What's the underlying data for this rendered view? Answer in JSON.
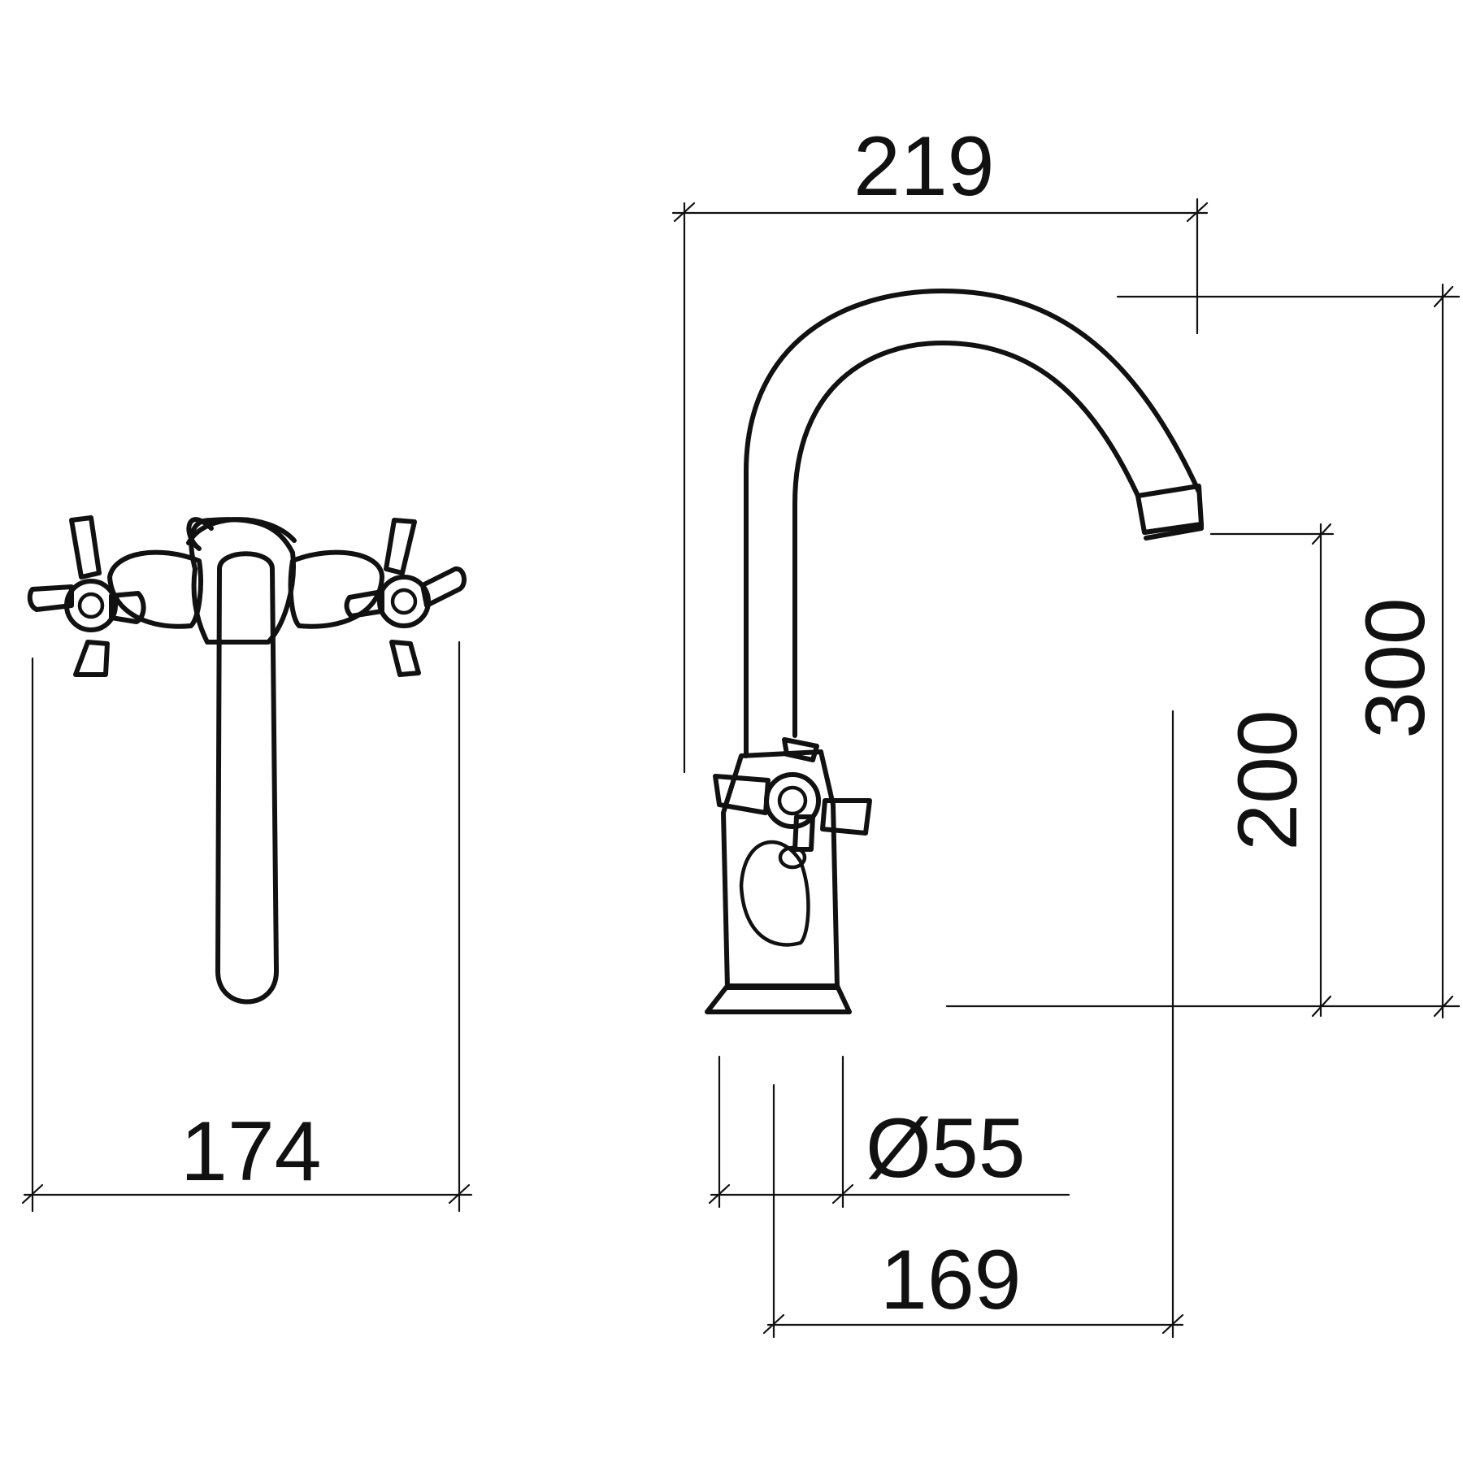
{
  "dimensions": {
    "front_width": "174",
    "spout_reach": "219",
    "total_height": "300",
    "outlet_height": "200",
    "base_diameter": "Ø55",
    "base_to_outlet": "169"
  },
  "colors": {
    "line": "#111111",
    "background": "#ffffff"
  }
}
